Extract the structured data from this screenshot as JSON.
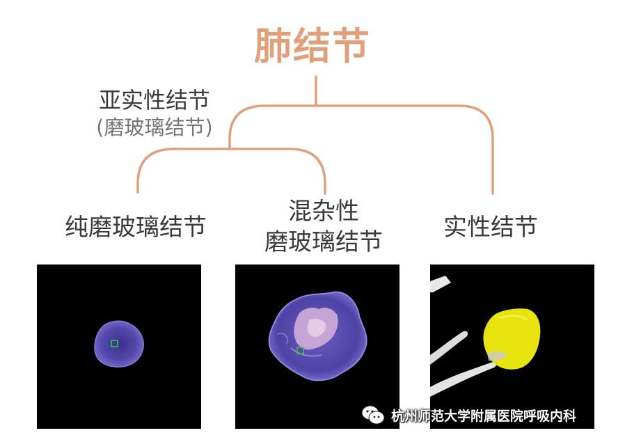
{
  "title": "肺结节",
  "branches": {
    "subsolid": {
      "label": "亚实性结节",
      "sub_label": "(磨玻璃结节)"
    },
    "pure_ggn": {
      "label": "纯磨玻璃结节"
    },
    "mixed_ggn": {
      "label_line1": "混杂性",
      "label_line2": "磨玻璃结节"
    },
    "solid": {
      "label": "实性结节"
    }
  },
  "colors": {
    "title": "#e0a07c",
    "tree_line": "#e0a07c",
    "ggn_purple": "#5a4fb0",
    "solid_yellow": "#e8e40e"
  },
  "watermark": {
    "icon": "wechat-icon",
    "text": "杭州师范大学附属医院呼吸内科"
  }
}
